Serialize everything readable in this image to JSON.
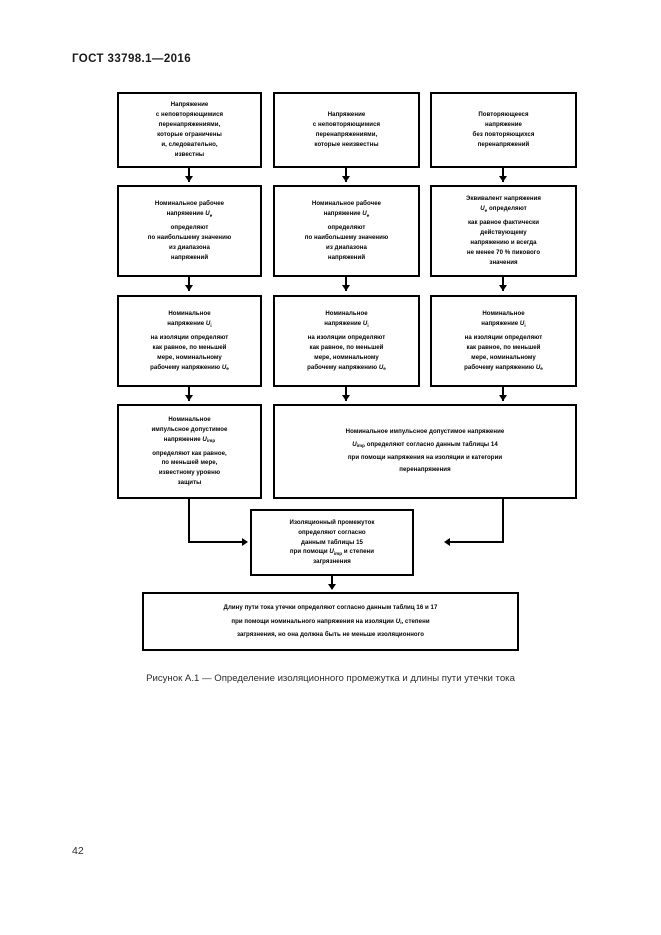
{
  "document": {
    "header": "ГОСТ 33798.1—2016",
    "page_number": "42",
    "figure_caption": "Рисунок А.1 — Определение изоляционного промежутка и длины пути утечки тока"
  },
  "flowchart": {
    "row1": [
      {
        "id": "voltage-non-repetitive-known",
        "lines": [
          "Напряжение",
          "с неповторяющимися",
          "перенапряжениями,",
          "которые ограничены",
          "и, следовательно,",
          "известны"
        ]
      },
      {
        "id": "voltage-non-repetitive-unknown",
        "lines": [
          "Напряжение",
          "с неповторяющимися",
          "перенапряжениями,",
          "которые неизвестны"
        ]
      },
      {
        "id": "voltage-repetitive-no-overvoltage",
        "lines": [
          "Повторяющееся",
          "напряжение",
          "без повторяющихся",
          "перенапряжений"
        ]
      }
    ],
    "row2": [
      {
        "id": "rated-operating-voltage-left",
        "group1": [
          "Номинальное рабочее",
          "напряжение Ue"
        ],
        "group2": [
          "определяют",
          "по наибольшему значению",
          "из диапазона",
          "напряжений"
        ]
      },
      {
        "id": "rated-operating-voltage-middle",
        "group1": [
          "Номинальное рабочее",
          "напряжение Ue"
        ],
        "group2": [
          "определяют",
          "по наибольшему значению",
          "из диапазона",
          "напряжений"
        ]
      },
      {
        "id": "voltage-equivalent",
        "group1": [
          "Эквивалент напряжения",
          "Ue определяют"
        ],
        "group2": [
          "как равное фактически",
          "действующему",
          "напряжению и всегда",
          "не менее 70 % пикового",
          "значения"
        ]
      }
    ],
    "row3": [
      {
        "id": "rated-insulation-voltage-left",
        "group1": [
          "Номинальное",
          "напряжение Ui"
        ],
        "group2": [
          "на изоляции определяют",
          "как равное, по меньшей",
          "мере, номинальному",
          "рабочему напряжению Ue"
        ]
      },
      {
        "id": "rated-insulation-voltage-middle",
        "group1": [
          "Номинальное",
          "напряжение Ui"
        ],
        "group2": [
          "на изоляции определяют",
          "как равное, по меньшей",
          "мере, номинальному",
          "рабочему напряжению Ue"
        ]
      },
      {
        "id": "rated-insulation-voltage-right",
        "group1": [
          "Номинальное",
          "напряжение Ui"
        ],
        "group2": [
          "на изоляции определяют",
          "как равное, по меньшей",
          "мере, номинальному",
          "рабочему напряжению Ue"
        ]
      }
    ],
    "row4": {
      "left": {
        "id": "rated-impulse-voltage-known-protection",
        "group1": [
          "Номинальное",
          "импульсное допустимое",
          "напряжение Uimp"
        ],
        "group2": [
          "определяют как равное,",
          "по меньшей мере,",
          "известному уровню",
          "защиты"
        ]
      },
      "wide": {
        "id": "rated-impulse-voltage-table14",
        "lines": [
          "Номинальное импульсное допустимое напряжение",
          "Uimp определяют согласно данным таблицы 14",
          "при помощи напряжения на изоляции и категории",
          "перенапряжения"
        ]
      }
    },
    "clearance_box": {
      "id": "insulation-clearance",
      "lines": [
        "Изоляционный промежуток",
        "определяют согласно",
        "данным таблицы 15",
        "при помощи Uimp и степени",
        "загрязнения"
      ]
    },
    "creepage_box": {
      "id": "creepage-distance",
      "lines": [
        "Длину пути тока утечки определяют согласно данным таблиц 16 и 17",
        "при помощи номинального напряжения на изоляции Ui, степени",
        "загрязнения, но она должна быть не меньше изоляционного"
      ]
    }
  }
}
